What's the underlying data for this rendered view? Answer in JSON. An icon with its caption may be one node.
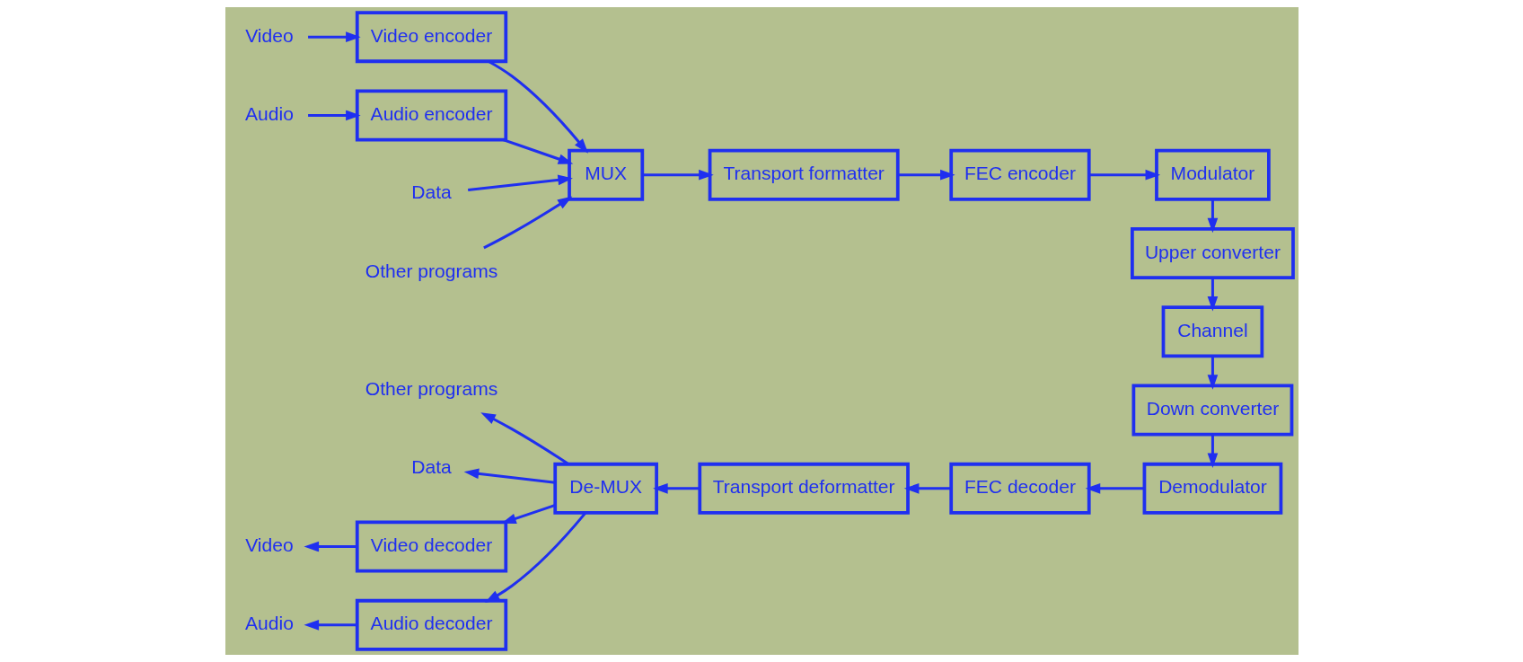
{
  "diagram": {
    "nodes": [
      {
        "text": [
          "Video"
        ]
      },
      {
        "text": [
          "Video encoder"
        ]
      },
      {
        "text": [
          "Audio"
        ]
      },
      {
        "text": [
          "Audio encoder"
        ]
      },
      {
        "text": [
          "Data"
        ]
      },
      {
        "text": [
          "Other programs"
        ]
      },
      {
        "text": [
          "MUX"
        ]
      },
      {
        "text": [
          "Transport formatter"
        ]
      },
      {
        "text": [
          "FEC encoder"
        ]
      },
      {
        "text": [
          "Modulator"
        ]
      },
      {
        "text": [
          "Upper converter"
        ]
      },
      {
        "text": [
          "Channel"
        ]
      },
      {
        "text": [
          "Down converter"
        ]
      },
      {
        "text": [
          "Demodulator"
        ]
      },
      {
        "text": [
          "FEC decoder"
        ]
      },
      {
        "text": [
          "Transport deformatter"
        ]
      },
      {
        "text": [
          "De-MUX"
        ]
      },
      {
        "text": [
          "Other programs"
        ]
      },
      {
        "text": [
          "Video decoder"
        ]
      },
      {
        "text": [
          "Video"
        ]
      },
      {
        "text": [
          "Audio decoder"
        ]
      },
      {
        "text": [
          "Audio"
        ]
      },
      {
        "text": [
          "Data"
        ]
      }
    ],
    "edges": [
      {
        "from": 0,
        "to": 1,
        "arrow": "to"
      },
      {
        "from": 1,
        "to": 6,
        "arrow": "to"
      },
      {
        "from": 2,
        "to": 3,
        "arrow": "to"
      },
      {
        "from": 3,
        "to": 6,
        "arrow": "to"
      },
      {
        "from": 4,
        "to": 6,
        "arrow": "to"
      },
      {
        "from": 5,
        "to": 6,
        "arrow": "to"
      },
      {
        "from": 6,
        "to": 7,
        "arrow": "to"
      },
      {
        "from": 7,
        "to": 8,
        "arrow": "to"
      },
      {
        "from": 8,
        "to": 9,
        "arrow": "to"
      },
      {
        "from": 9,
        "to": 10,
        "arrow": "to"
      },
      {
        "from": 10,
        "to": 11,
        "arrow": "to"
      },
      {
        "from": 11,
        "to": 12,
        "arrow": "to"
      },
      {
        "from": 12,
        "to": 13,
        "arrow": "to"
      },
      {
        "from": 13,
        "to": 14,
        "arrow": "to"
      },
      {
        "from": 14,
        "to": 15,
        "arrow": "to"
      },
      {
        "from": 15,
        "to": 16,
        "arrow": "to"
      },
      {
        "from": 16,
        "to": 17,
        "arrow": "to"
      },
      {
        "from": 16,
        "to": 18,
        "arrow": "to"
      },
      {
        "from": 18,
        "to": 19,
        "arrow": "to"
      },
      {
        "from": 16,
        "to": 20,
        "arrow": "to"
      },
      {
        "from": 20,
        "to": 21,
        "arrow": "to"
      },
      {
        "from": 16,
        "to": 22,
        "arrow": "to"
      }
    ]
  }
}
